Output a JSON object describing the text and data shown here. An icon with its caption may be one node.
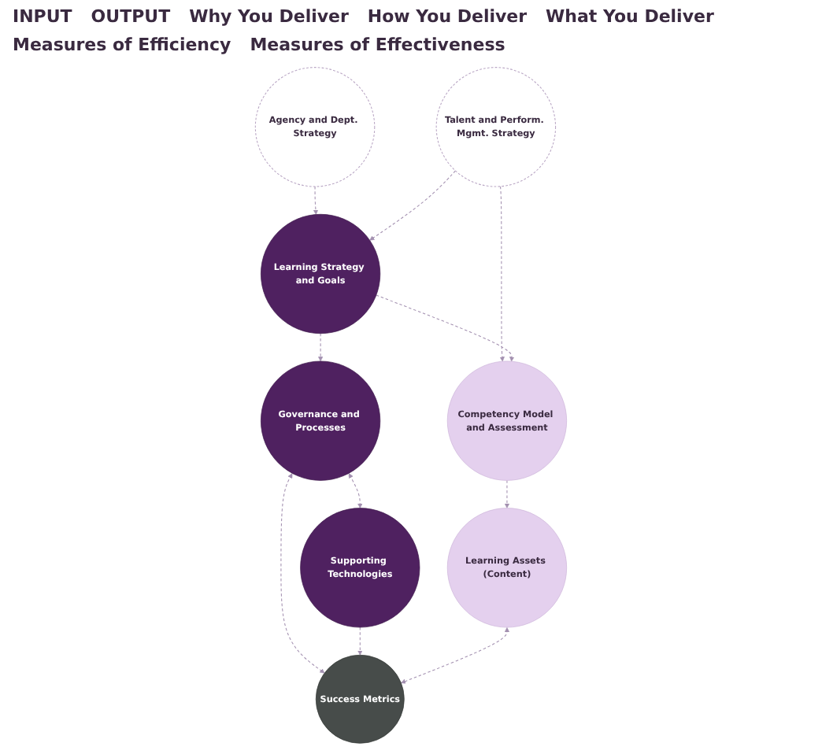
{
  "diagram": {
    "nodes": [
      {
        "text": [
          "Agency and Dept. Strategy"
        ]
      },
      {
        "text": [
          "Talent and Perform. Mgmt. Strategy"
        ]
      },
      {
        "text": [
          "Learning Strategy and Goals"
        ]
      },
      {
        "text": [
          "Competency Model and Assessment"
        ]
      },
      {
        "text": [
          "Governance and Processes"
        ]
      },
      {
        "text": [
          "Learning Assets (Content)"
        ]
      },
      {
        "text": [
          "Supporting Technologies"
        ]
      },
      {
        "text": [
          "Success Metrics"
        ]
      }
    ],
    "edges": [
      {
        "from": 0,
        "to": 2,
        "arrow": "to",
        "style": "dashed"
      },
      {
        "from": 1,
        "to": 2,
        "arrow": "to",
        "style": "dashed"
      },
      {
        "from": 1,
        "to": 3,
        "arrow": "to",
        "style": "dashed"
      },
      {
        "from": 2,
        "to": 3,
        "arrow": "to",
        "style": "dashed"
      },
      {
        "from": 2,
        "to": 4,
        "arrow": "to",
        "style": "dashed"
      },
      {
        "from": 3,
        "to": 5,
        "arrow": "to",
        "style": "dashed"
      },
      {
        "from": 4,
        "to": 6,
        "arrow": "both",
        "style": "dashed"
      },
      {
        "from": 4,
        "to": 7,
        "arrow": "both",
        "style": "dashed"
      },
      {
        "from": 6,
        "to": 7,
        "arrow": "to",
        "style": "dashed"
      },
      {
        "from": 5,
        "to": 7,
        "arrow": "both",
        "style": "dashed"
      }
    ],
    "labels": [
      "INPUT",
      "OUTPUT",
      "Why You Deliver",
      "How You Deliver",
      "What You Deliver",
      "Measures of Efficiency",
      "Measures of Effectiveness"
    ]
  }
}
